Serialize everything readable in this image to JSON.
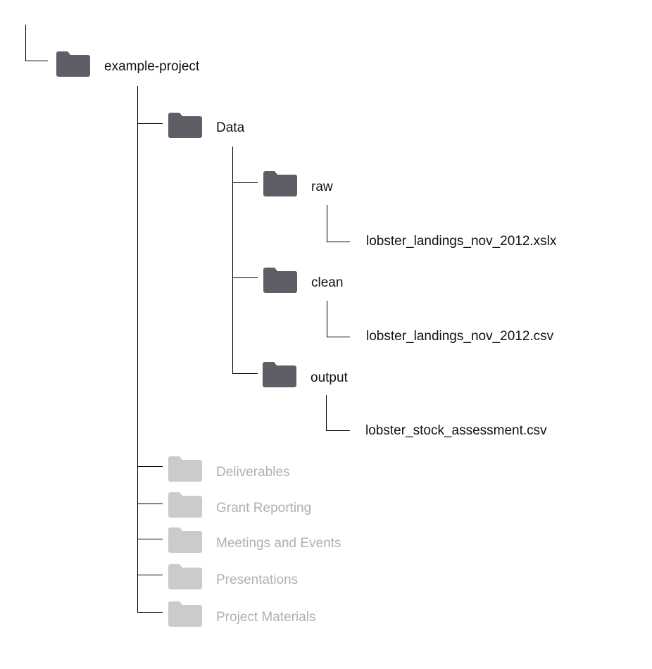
{
  "colors": {
    "folder_active": "#5e5f66",
    "folder_muted": "#cbcbcb",
    "text_active": "#111111",
    "text_muted": "#b0b0b0",
    "line": "#000000"
  },
  "icons": {
    "folder": "folder-icon"
  },
  "tree": {
    "root": "example-project",
    "data": "Data",
    "raw": "raw",
    "raw_file": "lobster_landings_nov_2012.xslx",
    "clean": "clean",
    "clean_file": "lobster_landings_nov_2012.csv",
    "output": "output",
    "output_file": "lobster_stock_assessment.csv",
    "deliverables": "Deliverables",
    "grant_reporting": "Grant Reporting",
    "meetings_events": "Meetings and Events",
    "presentations": "Presentations",
    "project_materials": "Project Materials"
  }
}
